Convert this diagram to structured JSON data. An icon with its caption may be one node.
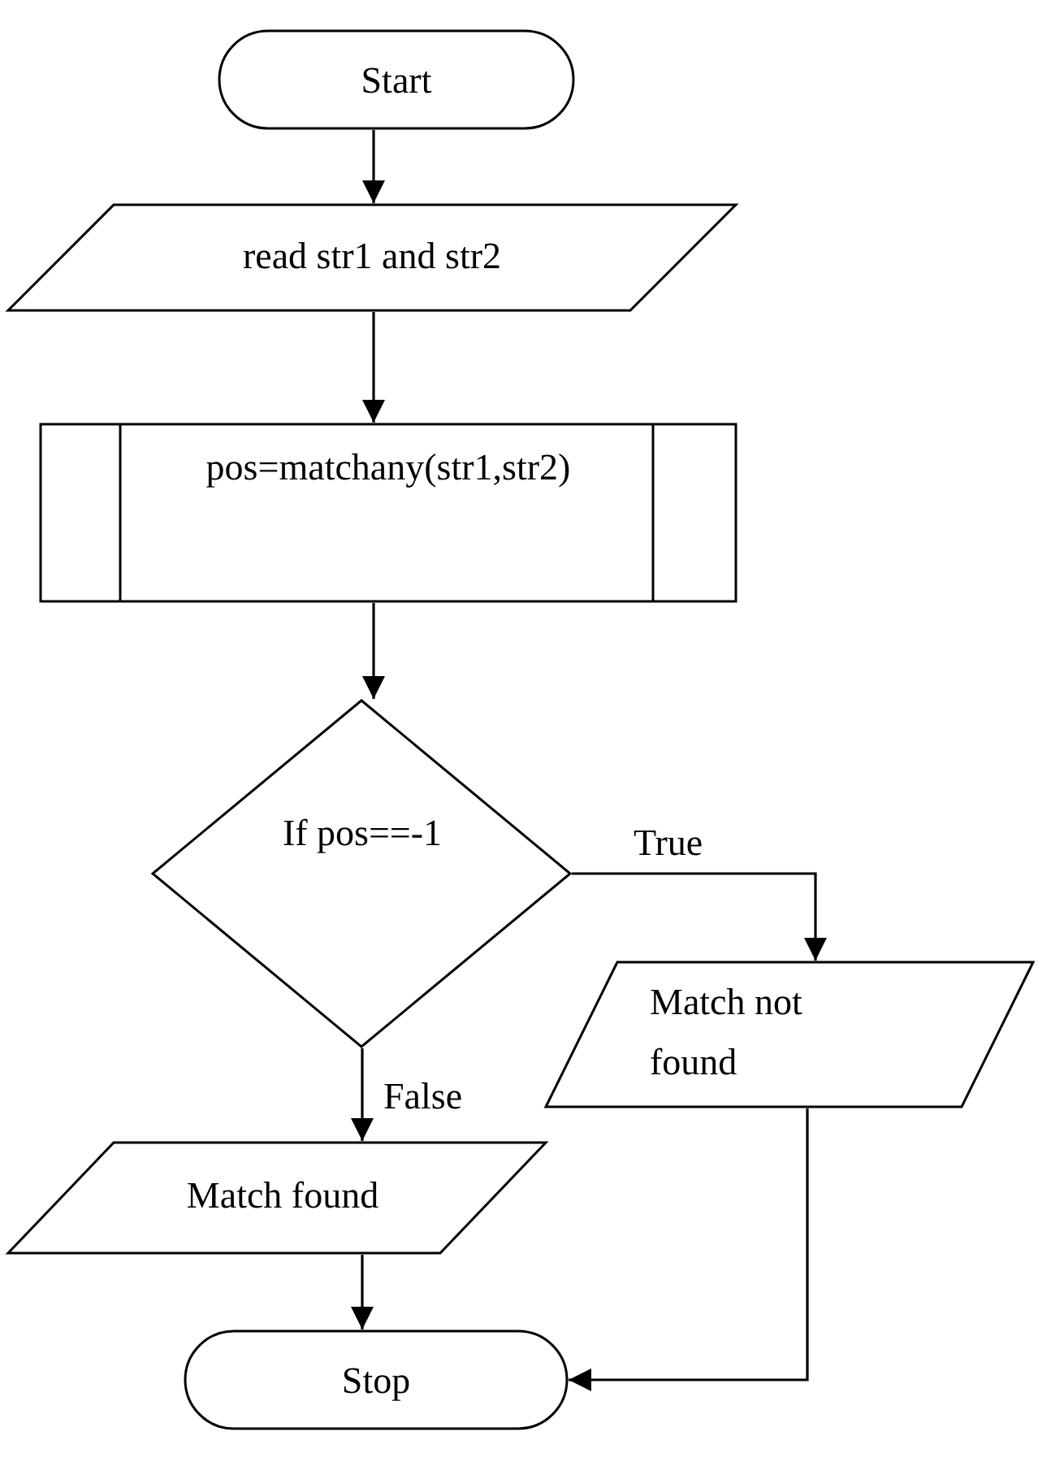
{
  "diagram": {
    "nodes": [
      {
        "text": [
          "Start"
        ]
      },
      {
        "text": [
          "read str1 and str2"
        ]
      },
      {
        "text": [
          "pos=matchany(str1,str2)"
        ]
      },
      {
        "text": [
          "If pos==-1"
        ]
      },
      {
        "text": [
          "Match not found"
        ]
      },
      {
        "text": [
          "Match found"
        ]
      },
      {
        "text": [
          "Stop"
        ]
      }
    ],
    "edges": [
      {
        "from": 0,
        "to": 1,
        "arrow": "to"
      },
      {
        "from": 1,
        "to": 2,
        "arrow": "to"
      },
      {
        "from": 2,
        "to": 3,
        "arrow": "to"
      },
      {
        "from": 3,
        "to": 4,
        "arrow": "to",
        "label": "True"
      },
      {
        "from": 3,
        "to": 5,
        "arrow": "to",
        "label": "False"
      },
      {
        "from": 5,
        "to": 6,
        "arrow": "to"
      },
      {
        "from": 4,
        "to": 6,
        "arrow": "to"
      }
    ]
  }
}
